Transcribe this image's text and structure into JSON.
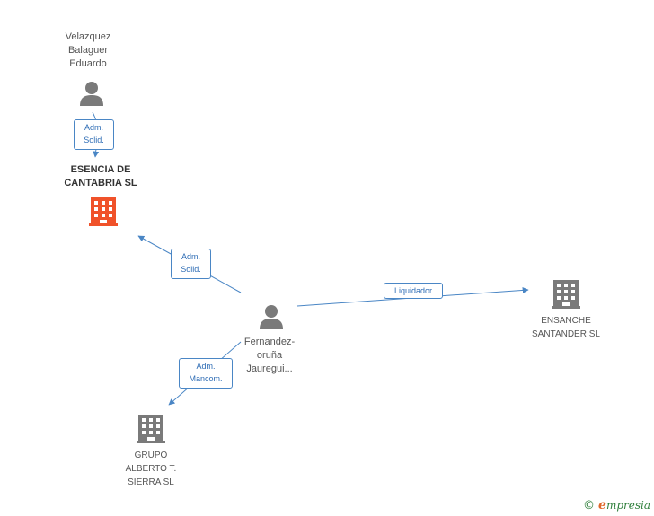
{
  "colors": {
    "edge": "#4a86c5",
    "person_icon": "#7a7a7a",
    "company_icon": "#7a7a7a",
    "focus_company_icon": "#f0522a"
  },
  "nodes": {
    "velazquez": {
      "label": [
        "Velazquez",
        "Balaguer",
        "Eduardo"
      ],
      "icon": "person-icon"
    },
    "esencia": {
      "label": [
        "ESENCIA DE",
        "CANTABRIA SL"
      ],
      "icon": "building-icon"
    },
    "fernandez": {
      "label": [
        "Fernandez-",
        "oruña",
        "Jauregui..."
      ],
      "icon": "person-icon"
    },
    "ensanche": {
      "label": [
        "ENSANCHE",
        "SANTANDER SL"
      ],
      "icon": "building-icon"
    },
    "grupo": {
      "label": [
        "GRUPO",
        "ALBERTO T.",
        "SIERRA SL"
      ],
      "icon": "building-icon"
    }
  },
  "edges": {
    "velazquez_esencia": [
      "Adm.",
      "Solid."
    ],
    "fernandez_esencia": [
      "Adm.",
      "Solid."
    ],
    "fernandez_ensanche": [
      "Liquidador"
    ],
    "fernandez_grupo": [
      "Adm.",
      "Mancom."
    ]
  },
  "brand": {
    "copyright": "©",
    "initial": "e",
    "name": "mpresia"
  }
}
